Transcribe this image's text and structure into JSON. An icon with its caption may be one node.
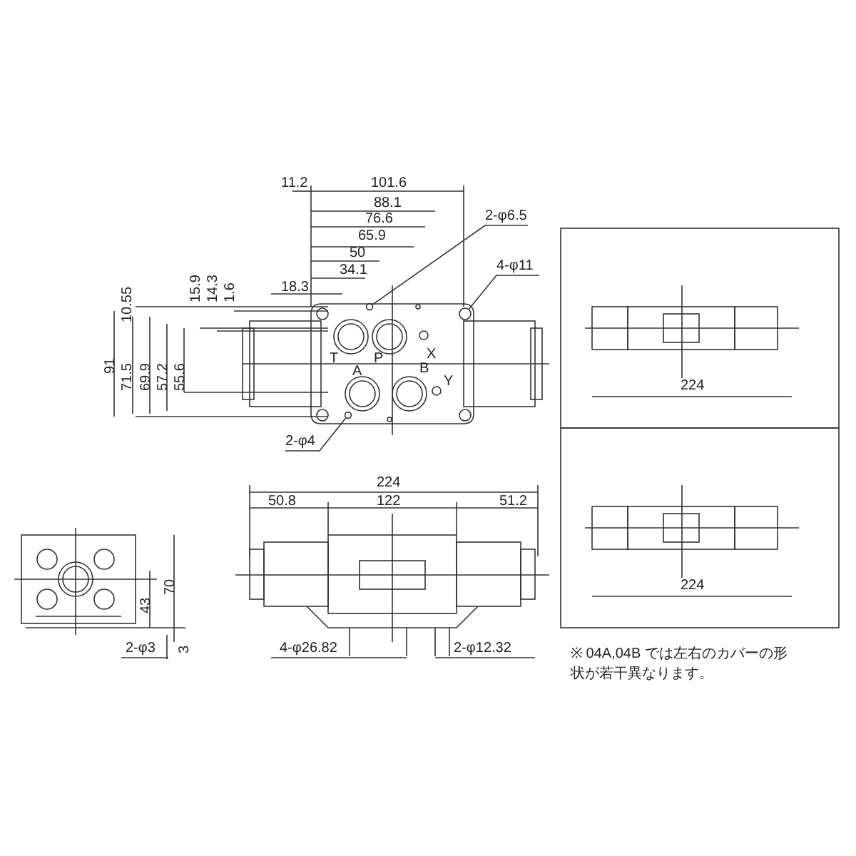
{
  "diagram": {
    "nodes": [
      {
        "text": [
          "2-φ6.5"
        ]
      },
      {
        "text": [
          "4-φ11"
        ]
      },
      {
        "text": [
          "2-φ4"
        ]
      },
      {
        "text": [],
        "shape": "circle"
      },
      {
        "text": [],
        "shape": "circle"
      },
      {
        "text": [],
        "shape": "circle"
      }
    ],
    "edges": [
      {
        "from": 0,
        "to": 3,
        "arrow": "none"
      },
      {
        "from": 1,
        "to": 4,
        "arrow": "none"
      },
      {
        "from": 2,
        "to": 5,
        "arrow": "none"
      }
    ],
    "labels": [
      "11.2",
      "101.6",
      "88.1",
      "76.6",
      "65.9",
      "50",
      "34.1",
      "18.3",
      "10.55",
      "15.9",
      "14.3",
      "1.6",
      "91",
      "71.5",
      "69.9",
      "57.2",
      "55.6",
      "T",
      "P",
      "X",
      "A",
      "B",
      "Y",
      "70",
      "43",
      "3",
      "2-φ3",
      "224",
      "50.8",
      "122",
      "51.2",
      "4-φ26.82",
      "2-φ12.32",
      "224",
      "224",
      "※ 04A,04B では左右のカバーの形状が若干異なります。"
    ]
  }
}
